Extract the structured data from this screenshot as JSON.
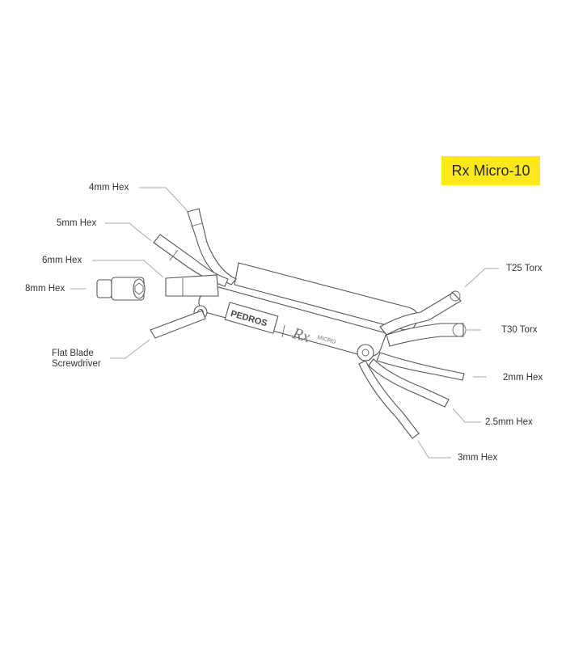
{
  "title_badge": {
    "text": "Rx Micro-10",
    "color": "#fce81c"
  },
  "body_branding": {
    "brand": "PEDROS",
    "model_script": "Rx",
    "model_sub": "MICRO"
  },
  "labels": {
    "left": [
      {
        "id": "4mm",
        "text": "4mm Hex"
      },
      {
        "id": "5mm",
        "text": "5mm Hex"
      },
      {
        "id": "6mm",
        "text": "6mm Hex"
      },
      {
        "id": "8mm",
        "text": "8mm Hex"
      },
      {
        "id": "flat",
        "text": "Flat Blade",
        "text2": "Screwdriver"
      }
    ],
    "right": [
      {
        "id": "t25",
        "text": "T25 Torx"
      },
      {
        "id": "t30",
        "text": "T30 Torx"
      },
      {
        "id": "2mm",
        "text": "2mm Hex"
      },
      {
        "id": "25mm",
        "text": "2.5mm Hex"
      },
      {
        "id": "3mm",
        "text": "3mm Hex"
      }
    ]
  }
}
